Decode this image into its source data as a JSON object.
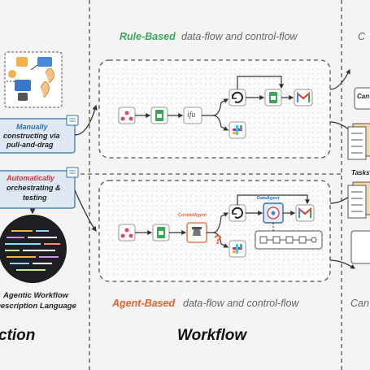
{
  "top_section": {
    "heading_colored": "Rule-Based",
    "heading_rest": "data-flow and control-flow",
    "node_ifu_label": "ifu"
  },
  "bottom_section": {
    "heading_colored": "Agent-Based",
    "heading_rest": "data-flow and control-flow",
    "control_agent_label": "ControlAgent",
    "data_agent_label": "DataAgent"
  },
  "left_panel": {
    "manual_box": {
      "line1": "Manually",
      "line2": "constructing via",
      "line3": "pull-and-drag"
    },
    "auto_box": {
      "line1": "Automatically",
      "line2": "orchestrating &",
      "line3": "testing"
    },
    "language_caption": {
      "line1": "Agentic Workflow",
      "line2": "Description Language"
    },
    "column_label": "ction"
  },
  "center_column_label": "Workflow",
  "right_panel": {
    "top_heading": "C",
    "bottom_heading": "Can",
    "card_label": "Can",
    "tasks_label": "Tasks"
  },
  "colors": {
    "rule_green": "#3aa657",
    "agent_orange": "#e8622a",
    "manual_blue": "#2f72b8",
    "auto_red": "#d9343a",
    "box_fill": "#dfe8f5",
    "node_gray": "#666666"
  }
}
